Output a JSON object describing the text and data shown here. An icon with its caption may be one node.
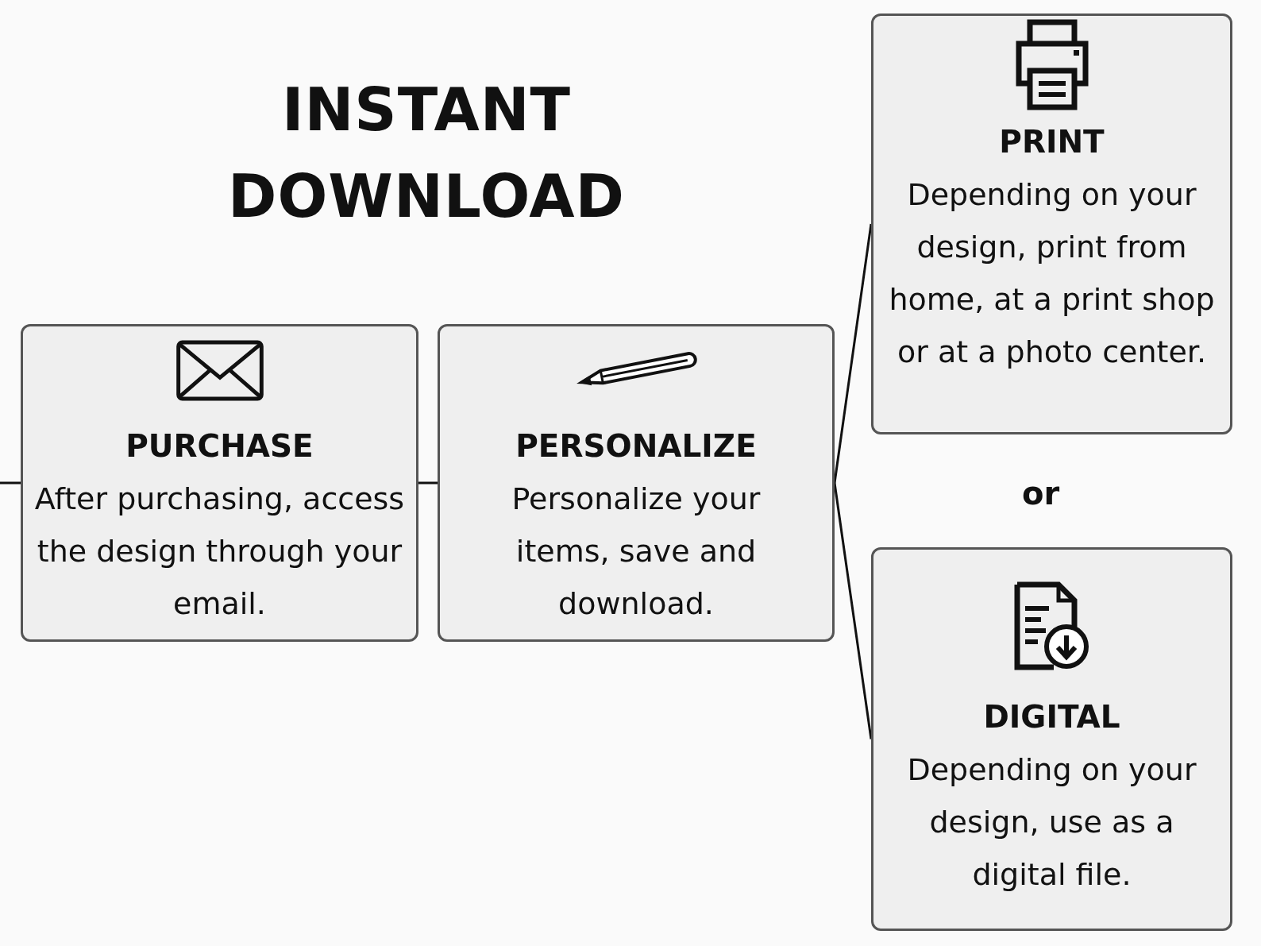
{
  "diagram": {
    "title": "INSTANT DOWNLOAD",
    "nodes": [
      {
        "text": [
          "PURCHASE",
          "After purchasing, access the design through your email."
        ]
      },
      {
        "text": [
          "PERSONALIZE",
          "Personalize your items, save and download."
        ]
      },
      {
        "text": [
          "PRINT",
          "Depending on your design, print from home, at a print shop or at a photo center."
        ]
      },
      {
        "text": [
          "DIGITAL",
          "Depending on your design, use as a digital file."
        ]
      }
    ],
    "edges": [
      {
        "from": null,
        "to": 0,
        "arrow": "none"
      },
      {
        "from": 0,
        "to": 1,
        "arrow": "none"
      },
      {
        "from": 1,
        "to": 2,
        "arrow": "none"
      },
      {
        "from": 1,
        "to": 3,
        "arrow": "none"
      }
    ],
    "labels": [
      "or"
    ]
  }
}
